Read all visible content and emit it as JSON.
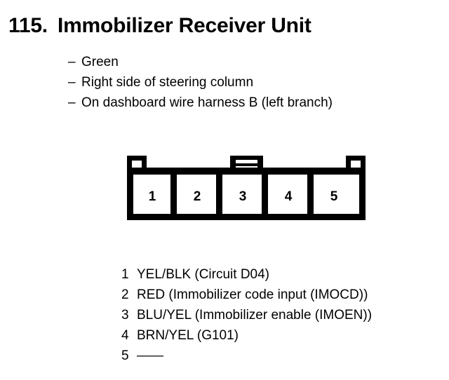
{
  "document": {
    "section_number": "115.",
    "title": "Immobilizer Receiver Unit",
    "ink_color": "#000000",
    "background_color": "#ffffff"
  },
  "description": {
    "bullet_glyph": "–",
    "lines": [
      "Green",
      "Right side of steering column",
      "On dashboard wire harness B (left branch)"
    ]
  },
  "connector": {
    "cavity_count": 5,
    "cavity_labels": [
      "1",
      "2",
      "3",
      "4",
      "5"
    ],
    "has_left_notch": true,
    "has_right_notch": true,
    "has_center_latch": true
  },
  "pin_legend": [
    {
      "index": "1",
      "description": "YEL/BLK (Circuit D04)"
    },
    {
      "index": "2",
      "description": "RED (Immobilizer code input (IMOCD))"
    },
    {
      "index": "3",
      "description": "BLU/YEL (Immobilizer enable (IMOEN))"
    },
    {
      "index": "4",
      "description": "BRN/YEL (G101)"
    },
    {
      "index": "5",
      "description": "——"
    }
  ]
}
